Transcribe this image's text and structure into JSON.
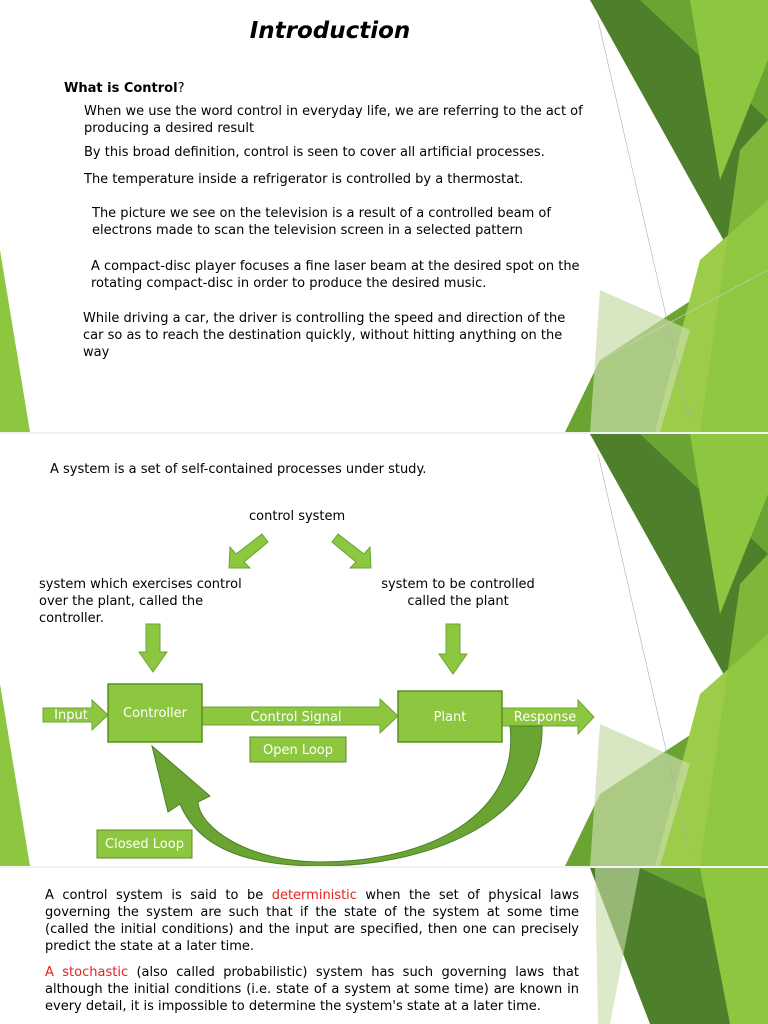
{
  "slide1": {
    "title": "Introduction",
    "question_bold": "What is Control",
    "question_mark": "?",
    "paragraphs": [
      "When we use the word control in everyday life, we are referring to the act of producing a desired result",
      "By this broad definition, control is seen to cover all artificial processes.",
      "The temperature inside a refrigerator is controlled by a thermostat.",
      "The picture we see on the television is a result of a controlled beam of electrons made to scan the television screen in a selected pattern",
      "A compact-disc player focuses a fine laser beam at the desired spot on the rotating compact-disc in order to produce the desired music.",
      "While driving a car, the driver is controlling the speed and direction of the car so as to reach the destination quickly, without hitting anything on the way"
    ]
  },
  "slide2": {
    "intro": "A system is a set of self-contained processes under study.",
    "control_system": "control system",
    "controller_desc": "system which exercises control over the plant, called the controller.",
    "plant_desc": "system to be controlled called the plant",
    "input": "Input",
    "controller": "Controller",
    "control_signal": "Control Signal",
    "plant": "Plant",
    "response": "Response",
    "open_loop": "Open Loop",
    "closed_loop": "Closed Loop"
  },
  "slide3": {
    "p1_before": "A control system is said to be ",
    "p1_red": "deterministic",
    "p1_after": " when the set of physical laws governing the system are such that if the state of the system at some time (called the initial conditions) and the input are specified, then one can precisely predict the state at a later time.",
    "p2_red": "A stochastic",
    "p2_after": " (also called probabilistic) system has such governing laws that although the initial conditions (i.e. state of a system at some time) are known in every detail, it is impossible to determine the system's state at a later time."
  },
  "colors": {
    "green_light": "#8dc63f",
    "green_mid": "#6aa533",
    "green_dark": "#4e7f2b",
    "box_border": "#5b8f22",
    "red": "#e8201e"
  }
}
